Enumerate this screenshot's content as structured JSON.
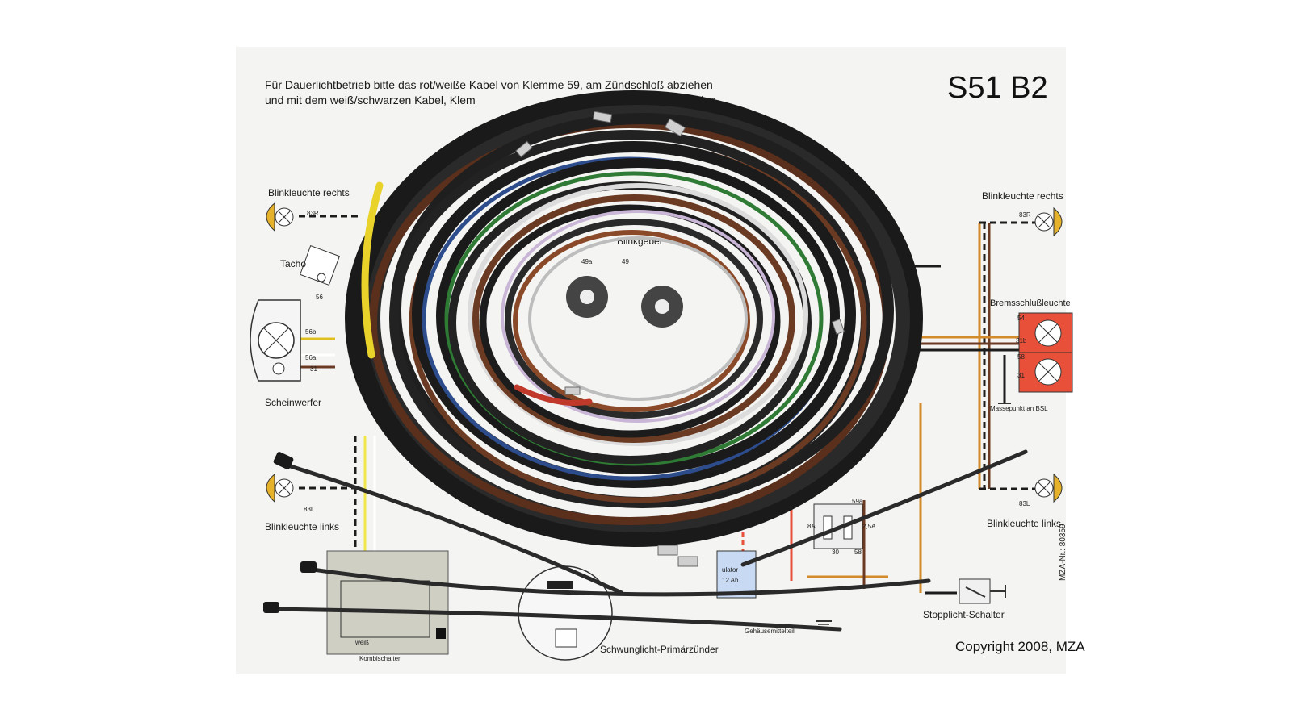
{
  "diagram": {
    "model": "S51 B2",
    "note_line1": "Für Dauerlichtbetrieb bitte das rot/weiße Kabel von Klemme 59, am Zündschloß abziehen",
    "note_line2": "und mit dem weiß/schwarzen Kabel, Klem",
    "note_line2_end": "binden",
    "copyright": "Copyright 2008, MZA",
    "drawing_no": "MZA-Nr.: 80359",
    "components": {
      "blink_front_right": "Blinkleuchte rechts",
      "blink_rear_right": "Blinkleuchte rechts",
      "tacho": "Tacho",
      "headlight": "Scheinwerfer",
      "blink_front_left": "Blinkleuchte links",
      "blink_rear_left": "Blinkleuchte links",
      "flasher": "Blinkgeber",
      "brake_tail": "Bremsschlußleuchte",
      "ground_bsl": "Massepunkt an BSL",
      "battery_a": "ulator",
      "battery_b": "12 Ah",
      "brake_switch": "Stopplicht-Schalter",
      "housing_ground": "Gehäusemittelteil",
      "ignition": "Schwunglicht-Primärzünder",
      "combo_switch": "Kombischalter",
      "combo_white": "weiß"
    },
    "terminals": {
      "t83r_front": "83R",
      "t83r_rear": "83R",
      "t83l_front": "83L",
      "t83l_rear": "83L",
      "t56": "56",
      "t56b": "56b",
      "t56a": "56a",
      "t31_head": "31",
      "t49a": "49a",
      "t49": "49",
      "t54": "54",
      "t31b": "31b",
      "t58": "58",
      "t31": "31",
      "t59a": "59a",
      "fuse_8a": "8A",
      "fuse_2_5a": "2,5A",
      "t30": "30",
      "t58_fuse": "58"
    }
  },
  "colors": {
    "lamp_amber": "#e7b22b",
    "tail_red": "#e8503a",
    "wire_brown": "#6b3a22",
    "wire_black": "#1c1c1c",
    "battery_blue": "#c7d9f3"
  }
}
